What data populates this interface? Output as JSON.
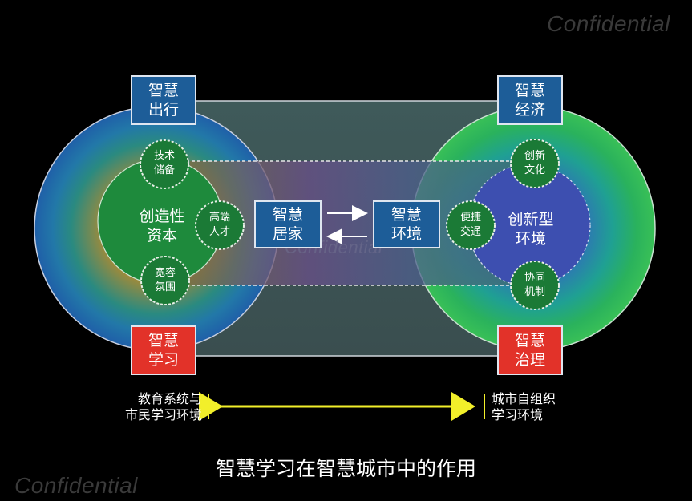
{
  "watermark": "Confidential",
  "title": "智慧学习在智慧城市中的作用",
  "corner_boxes": {
    "top_left": [
      "智慧",
      "出行"
    ],
    "top_right": [
      "智慧",
      "经济"
    ],
    "bottom_left": [
      "智慧",
      "学习"
    ],
    "bottom_right": [
      "智慧",
      "治理"
    ]
  },
  "center_boxes": {
    "left": [
      "智慧",
      "居家"
    ],
    "right": [
      "智慧",
      "环境"
    ]
  },
  "left_cluster": {
    "core": [
      "创造性",
      "资本"
    ],
    "satellites": [
      [
        "技术",
        "储备"
      ],
      [
        "高端",
        "人才"
      ],
      [
        "宽容",
        "氛围"
      ]
    ]
  },
  "right_cluster": {
    "core": [
      "创新型",
      "环境"
    ],
    "satellites": [
      [
        "创新",
        "文化"
      ],
      [
        "便捷",
        "交通"
      ],
      [
        "协同",
        "机制"
      ]
    ]
  },
  "bottom_left_label": [
    "教育系统与",
    "市民学习环境"
  ],
  "bottom_right_label": [
    "城市自组织",
    "学习环境"
  ],
  "colors": {
    "background": "#000000",
    "box_blue": "#1d5d98",
    "box_red": "#e23229",
    "circle_green": "#1e8a3c",
    "core_blue": "#3d4fb0",
    "arrow_yellow": "#f2ef2a"
  }
}
